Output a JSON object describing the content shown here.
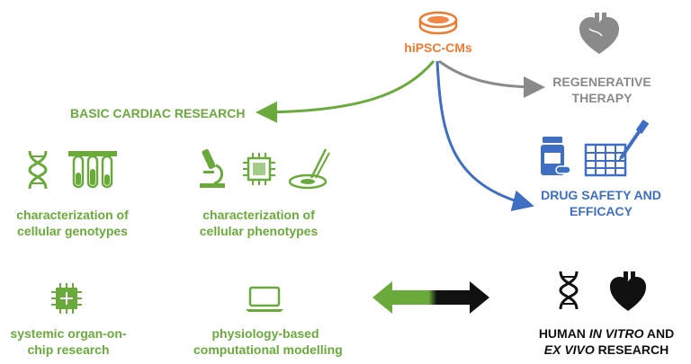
{
  "colors": {
    "green": "#6aaa3a",
    "orange": "#ee7a30",
    "gray": "#8a8a8a",
    "blue": "#3e6fc4",
    "black": "#111111"
  },
  "source": {
    "label": "hiPSC-CMs",
    "icon": "petri-dish-icon"
  },
  "targets": {
    "basic": {
      "label": "BASIC CARDIAC RESEARCH"
    },
    "regenerative": {
      "line1": "REGENERATIVE",
      "line2": "THERAPY",
      "icon": "heart-icon"
    },
    "drug": {
      "line1": "DRUG SAFETY AND",
      "line2": "EFFICACY",
      "icons": [
        "pill-bottle-icon",
        "well-plate-icon",
        "pipette-icon"
      ]
    }
  },
  "basic_items": [
    {
      "line1": "characterization of",
      "line2": "cellular genotypes",
      "icons": [
        "dna-icon",
        "test-tubes-icon"
      ]
    },
    {
      "line1": "characterization of",
      "line2": "cellular phenotypes",
      "icons": [
        "microscope-icon",
        "chip-icon",
        "patch-clamp-dish-icon"
      ]
    },
    {
      "line1": "systemic organ-on-",
      "line2": "chip research",
      "icons": [
        "organ-chip-icon"
      ]
    },
    {
      "line1": "physiology-based",
      "line2": "computational modelling",
      "icons": [
        "laptop-icon"
      ]
    }
  ],
  "human": {
    "line1_pre": "HUMAN ",
    "line1_em": "IN VITRO",
    "line1_post": " AND",
    "line2_em": "EX VIVO",
    "line2_post": " RESEARCH",
    "icons": [
      "dna-icon",
      "human-heart-icon"
    ]
  }
}
